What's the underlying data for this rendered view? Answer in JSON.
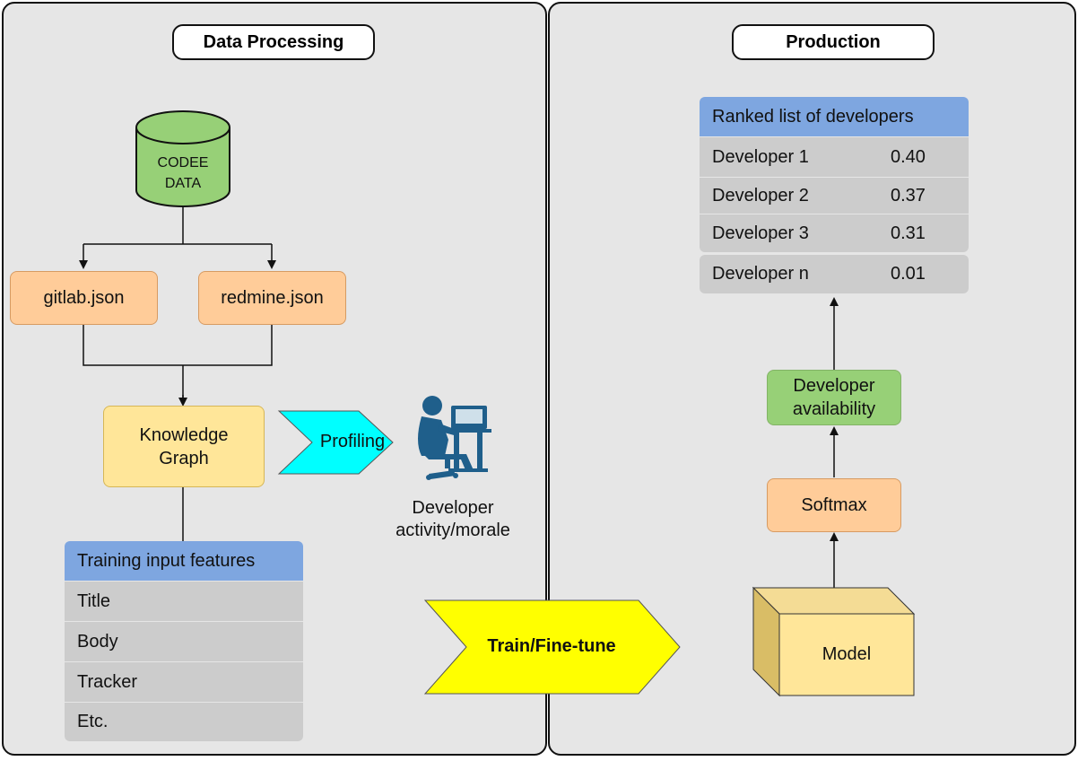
{
  "left_panel": {
    "title": "Data Processing"
  },
  "right_panel": {
    "title": "Production"
  },
  "database": {
    "line1": "CODEE",
    "line2": "DATA"
  },
  "sources": [
    "gitlab.json",
    "redmine.json"
  ],
  "knowledge_graph": {
    "line1": "Knowledge",
    "line2": "Graph"
  },
  "profiling": {
    "label": "Profiling"
  },
  "developer_activity": {
    "line1": "Developer",
    "line2": "activity/morale"
  },
  "training_features": {
    "header": "Training input features",
    "rows": [
      "Title",
      "Body",
      "Tracker",
      "Etc."
    ]
  },
  "train_arrow": {
    "label": "Train/Fine-tune"
  },
  "ranked_list": {
    "header": "Ranked list of developers",
    "rows": [
      {
        "name": "Developer 1",
        "score": "0.40"
      },
      {
        "name": "Developer 2",
        "score": "0.37"
      },
      {
        "name": "Developer 3",
        "score": "0.31"
      },
      {
        "name": "Developer n",
        "score": "0.01"
      }
    ]
  },
  "availability": {
    "line1": "Developer",
    "line2": "availability"
  },
  "softmax": {
    "label": "Softmax"
  },
  "model": {
    "label": "Model"
  },
  "colors": {
    "panel": "#e6e6e6",
    "orange": "#ffcc99",
    "yellow": "#ffe699",
    "green": "#97d077",
    "table_header": "#7ea6e0",
    "table_row": "#cccccc",
    "profiling": "#00ffff",
    "train": "#ffff00"
  }
}
